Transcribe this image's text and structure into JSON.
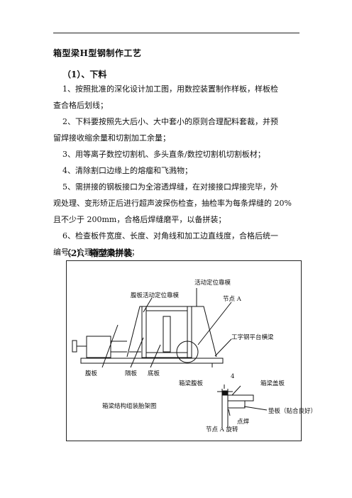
{
  "doc": {
    "title": "箱型梁H型钢制作工艺",
    "section1": "（1）、下料",
    "paragraphs": [
      {
        "l1": "1、按照批准的深化设计加工图，用数控装置制作样板，样板检",
        "l2": "查合格后划线；"
      },
      {
        "l1": "2、下料要按照先大后小、大中套小的原则合理配料套裁，并预",
        "l2": "留焊接收缩余量和切割加工余量；"
      },
      {
        "l1": "3、用等离子数控切割机、多头直条/数控切割机切割板材；",
        "l2": ""
      },
      {
        "l1": "4、清除割口边缘上的熔瘤和飞溅物；",
        "l2": ""
      },
      {
        "l1": "5、需拼接的钢板接口为全溶透焊缝，在对接接口焊接完毕，外",
        "l2": "观处理、变形矫正后进行超声波探伤检查，抽检率为每条焊缝的 20%",
        "l3": "且不少于 200mm，合格后焊缝磨平，以备拼装；"
      },
      {
        "l1": "6、检查板件宽度、长度、对角线和加工边直线度，合格后统一",
        "l2": "编号、合理堆放备拼装；"
      }
    ],
    "section2": "（2）、箱型梁拼装"
  },
  "figure": {
    "labels": {
      "web_mold": "腹板活动定位靠模",
      "active_mold": "活动定位靠模",
      "node_a": "节点 A",
      "beam": "工字钢平台横梁",
      "web": "腹板",
      "diaphragm": "隔板",
      "bottom": "底板",
      "box_web": "箱梁腹板",
      "dim4": "4",
      "box_cover": "箱梁盖板",
      "caption": "箱梁结构组装胎架图",
      "backing": "垫板（贴合良好）",
      "tack_weld": "点焊",
      "node_a_rot": "节点 A 旋转"
    }
  }
}
